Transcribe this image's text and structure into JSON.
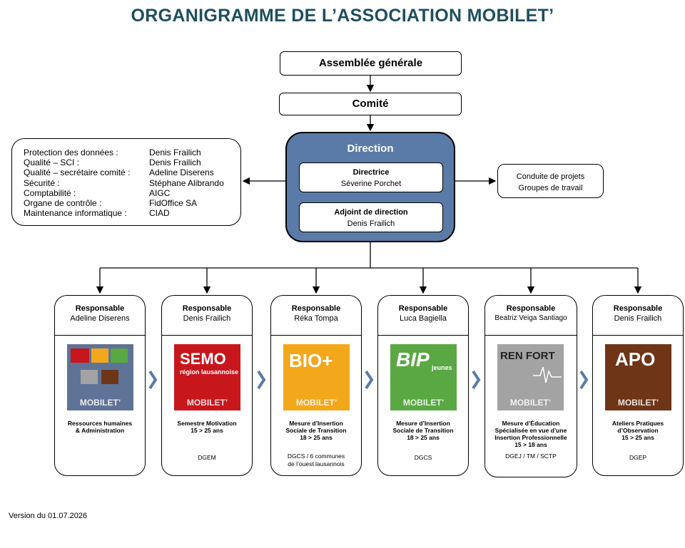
{
  "title": "ORGANIGRAMME DE L’ASSOCIATION MOBILET’",
  "assemblee": "Assemblée générale",
  "comite": "Comité",
  "direction": {
    "title": "Direction",
    "directrice_role": "Directrice",
    "directrice_name": "Séverine Porchet",
    "adjoint_role": "Adjoint de direction",
    "adjoint_name": "Denis Frailich"
  },
  "support": [
    {
      "label": "Protection des données :",
      "value": "Denis Frailich"
    },
    {
      "label": "Qualité – SCI :",
      "value": "Denis Frailich"
    },
    {
      "label": "Qualité – secrétaire comité :",
      "value": "Adeline Diserens"
    },
    {
      "label": "Sécurité :",
      "value": "Stéphane Alibrando"
    },
    {
      "label": "Comptabilité :",
      "value": "AIGC"
    },
    {
      "label": "Organe de contrôle :",
      "value": "FidOffice SA"
    },
    {
      "label": "Maintenance informatique :",
      "value": "CIAD"
    }
  ],
  "right_box": {
    "line1": "Conduite de projets",
    "line2": "Groupes de travail"
  },
  "units": [
    {
      "role": "Responsable",
      "person": "Adeline Diserens",
      "logo_text": "MOBILET’",
      "logo_color": "#5f7396",
      "desc1": "Ressources humaines",
      "desc2": "& Administration",
      "desc3": "",
      "desc4": "",
      "dept1": "",
      "dept2": ""
    },
    {
      "role": "Responsable",
      "person": "Denis Frailich",
      "logo_text": "SEMO",
      "logo_sub": "région lausannoise",
      "logo_color": "#c8161d",
      "desc1": "Semestre Motivation",
      "desc2": "15 > 25 ans",
      "desc3": "",
      "desc4": "",
      "dept1": "DGEM",
      "dept2": ""
    },
    {
      "role": "Responsable",
      "person": "Réka Tompa",
      "logo_text": "BIO+",
      "logo_color": "#f3a71b",
      "desc1": "Mesure d’Insertion",
      "desc2": "Sociale de Transition",
      "desc3": "18 > 25 ans",
      "desc4": "",
      "dept1": "DGCS / 6 communes",
      "dept2": "de l’ouest lausannois"
    },
    {
      "role": "Responsable",
      "person": "Luca Bagiella",
      "logo_text": "BIP",
      "logo_sub": "jeunes",
      "logo_color": "#5aa843",
      "desc1": "Mesure d’Insertion",
      "desc2": "Sociale de Transition",
      "desc3": "18 > 25 ans",
      "desc4": "",
      "dept1": "DGCS",
      "dept2": ""
    },
    {
      "role": "Responsable",
      "person": "Beatriz Veiga Santiago",
      "logo_text": "REN FORT",
      "logo_color": "#a3a3a3",
      "desc1": "Mesure d’Éducation",
      "desc2": "Spécialisée en vue d’une",
      "desc3": "Insertion Professionnelle",
      "desc4": "15 > 18 ans",
      "dept1": "DGEJ / TM / SCTP",
      "dept2": ""
    },
    {
      "role": "Responsable",
      "person": "Denis Frailich",
      "logo_text": "APO",
      "logo_color": "#6e3517",
      "desc1": "Ateliers Pratiques",
      "desc2": "d’Observation",
      "desc3": "15 > 25 ans",
      "desc4": "",
      "dept1": "DGEP",
      "dept2": ""
    }
  ],
  "brand": "MOBILET’",
  "version": "Version du 01.07.2026"
}
